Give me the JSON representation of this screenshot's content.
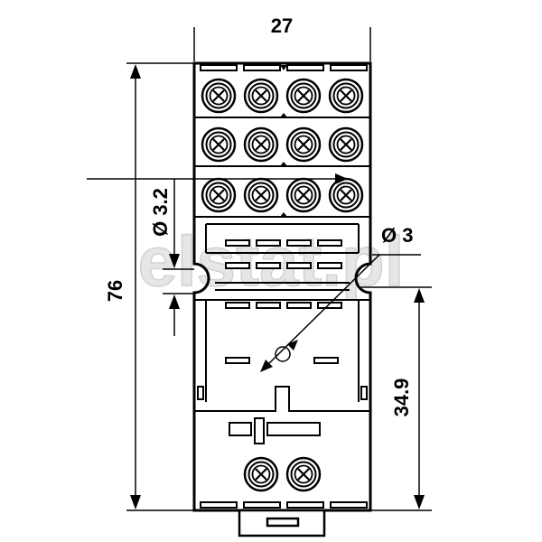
{
  "watermark": "elstat.pl",
  "dimensions": {
    "width": "27",
    "height": "76",
    "hole_diameter": "Ø 3.2",
    "pin_diameter": "Ø 3",
    "lower_height": "34.9"
  },
  "terminals": {
    "upper_rows": 3,
    "upper_columns": 4,
    "lower_count": 2
  }
}
